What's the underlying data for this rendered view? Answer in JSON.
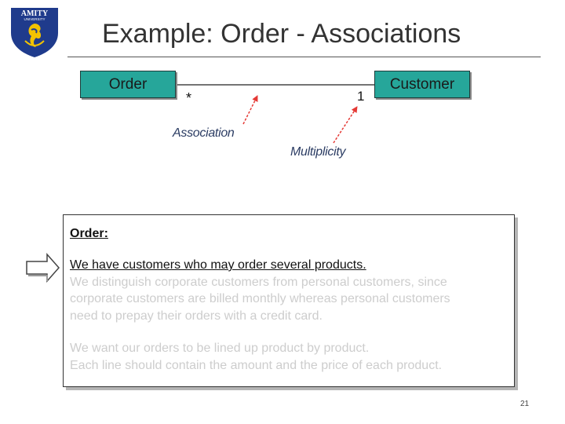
{
  "logo": {
    "brand_text": "AMITY",
    "sub_text": "UNIVERSITY",
    "colors": {
      "shield": "#1f3b8c",
      "emblem": "#f2c200"
    }
  },
  "slide": {
    "title": "Example: Order - Associations",
    "page_number": "21"
  },
  "diagram": {
    "classes": [
      {
        "name": "Order",
        "fill": "#26a69a"
      },
      {
        "name": "Customer",
        "fill": "#26a69a"
      }
    ],
    "multiplicity_left": "*",
    "multiplicity_right": "1",
    "callouts": {
      "association": "Association",
      "multiplicity": "Multiplicity",
      "arrow_color": "#e53935"
    }
  },
  "panel": {
    "heading": "Order:",
    "paragraph1": [
      {
        "text": "We have customers who may order several products.",
        "state": "active"
      },
      {
        "text": "We distinguish corporate customers from personal customers, since",
        "state": "dim"
      },
      {
        "text": "corporate customers are billed monthly whereas personal customers",
        "state": "dim"
      },
      {
        "text": "need to prepay their orders with a credit card.",
        "state": "dim"
      }
    ],
    "paragraph2": [
      {
        "text": "We want our orders to be lined up product by product.",
        "state": "dim"
      },
      {
        "text": "Each line should contain the amount and the price of each product.",
        "state": "dim"
      }
    ],
    "pointer_icon": "outline-right-arrow-icon"
  }
}
